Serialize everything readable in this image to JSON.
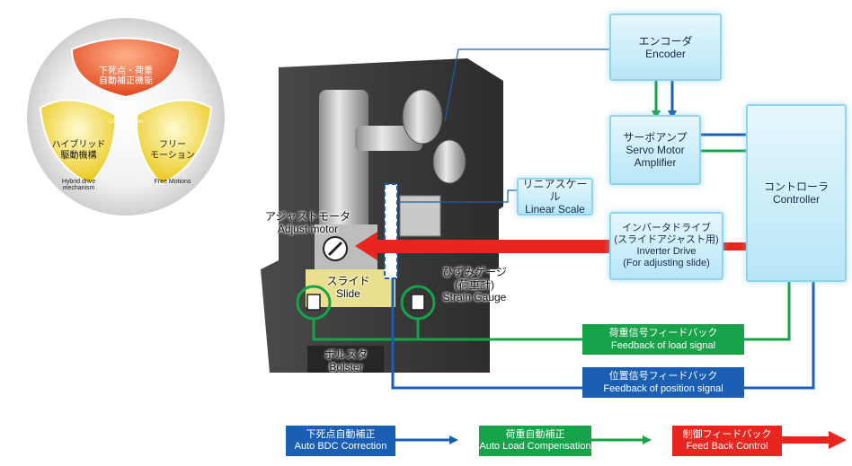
{
  "feature_circle": {
    "top": {
      "title": "下死点・荷重\n自動補正機能",
      "sub": "Auto BDC\nCorrection\nAuto Load\nCompensation"
    },
    "left": {
      "title": "ハイブリッド\n駆動機構",
      "sub": "Hybrid drive\nmechanism"
    },
    "right": {
      "title": "フリー\nモーション",
      "sub": "Free Motions"
    }
  },
  "boxes": {
    "encoder": "エンコーダ\nEncoder",
    "servo": "サーボアンプ\nServo Motor\nAmplifier",
    "controller": "コントローラ\nController",
    "linear_scale": "リニアスケール\nLinear Scale",
    "inverter": "インバータドライブ\n(スライドアジャスト用)\nInverter Drive\n(For adjusting slide)"
  },
  "machine_labels": {
    "adjust_motor": "アジャストモータ\nAdjust motor",
    "slide": "スライド\nSlide",
    "strain_gauge": "ひずみゲージ\n(荷重計)\nStrain Gauge",
    "bolster": "ボルスタ\nBolster"
  },
  "feedback": {
    "load": "荷重信号フィードバック\nFeedback of load signal",
    "position": "位置信号フィードバック\nFeedback of position signal"
  },
  "legend": {
    "bdc": "下死点自動補正\nAuto BDC Correction",
    "load": "荷重自動補正\nAuto Load Compensation",
    "control": "制御フィードバック\nFeed Back Control"
  },
  "colors": {
    "blue": "#1a5fb4",
    "green": "#16a34a",
    "red": "#e8251f",
    "cyan_box": "#bfe8f8",
    "feature_orange": "#e8572a",
    "feature_yellow": "#f2d21e"
  }
}
